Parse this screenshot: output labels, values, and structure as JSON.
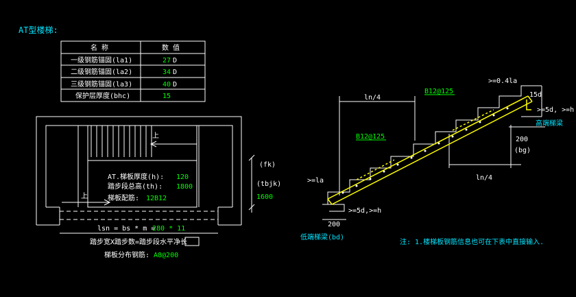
{
  "title": "AT型楼梯:",
  "table": {
    "headers": [
      "名  称",
      "数  值"
    ],
    "rows": [
      {
        "name": "一级钢筋锚固(la1)",
        "value": "27",
        "unit": "D"
      },
      {
        "name": "二级钢筋锚固(la2)",
        "value": "34",
        "unit": "D"
      },
      {
        "name": "三级钢筋锚固(la3)",
        "value": "40",
        "unit": "D"
      },
      {
        "name": "保护层厚度(bhc)",
        "value": "15",
        "unit": ""
      }
    ]
  },
  "plan": {
    "up_label": "上",
    "up_label_bottom": "上",
    "h_label": "AT.梯板厚度(h):",
    "h_value": "120",
    "th_label": "踏步段总高(th):",
    "th_value": "1800",
    "reinf_label": "梯板配筋:",
    "reinf_value": "12B12",
    "fk_label": "(fk)",
    "tbjk_label": "(tbjk)",
    "tbjk_value": "1600",
    "lsn_formula": "lsn = bs * m =",
    "lsn_values": "280 * 11",
    "lsn_caption": "踏步宽X踏步数=踏步段水平净长",
    "dist_label": "梯板分布钢筋:",
    "dist_value": "A8@200"
  },
  "section": {
    "ln4_top": "ln/4",
    "ln4_bottom": "ln/4",
    "rebar_top": "B12@125",
    "rebar_mid": "B12@125",
    "la_label": ">=0.4la",
    "d15_label": "15d",
    "d5_top": ">=5d, >=h",
    "la_left": ">=la",
    "d5_bottom": ">=5d,>=h",
    "dim_200_right": "200",
    "bg_label": "(bg)",
    "dim_200_left": "200",
    "high_beam": "高端梯梁",
    "low_beam": "低端梯梁(bd)"
  },
  "note": "注: 1.楼梯板钢筋信息也可在下表中直接输入."
}
